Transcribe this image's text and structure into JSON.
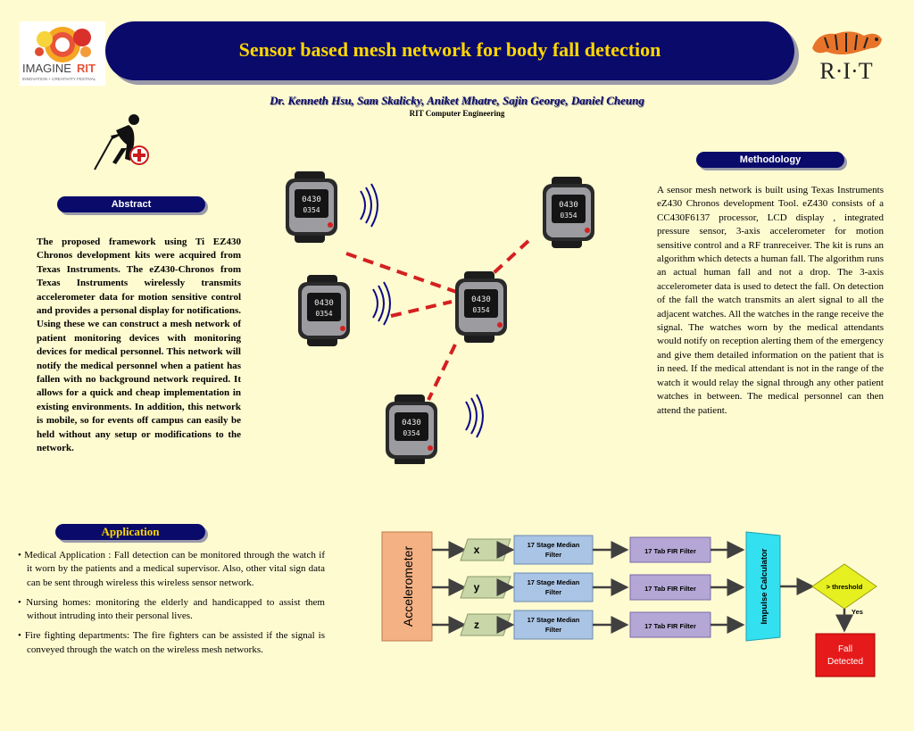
{
  "header": {
    "title": "Sensor based mesh network for body fall detection",
    "authors": "Dr. Kenneth Hsu, Sam Skalicky, Aniket Mhatre, Sajin George, Daniel Cheung",
    "affiliation": "RIT Computer Engineering",
    "logo_left_text": "IMAGINE",
    "logo_left_text2": "RIT",
    "logo_left_tagline": "INNOVATION + CREATIVITY FESTIVAL",
    "logo_right_text": "R·I·T"
  },
  "abstract": {
    "heading": "Abstract",
    "text": "The proposed framework using Ti EZ430 Chronos development kits were acquired from Texas Instruments. The eZ430-Chronos from Texas Instruments wirelessly transmits accelerometer data for motion sensitive control and provides a personal display for notifications. Using these we can construct a mesh network of patient monitoring devices with monitoring devices for medical personnel. This network will notify the medical personnel when a patient has fallen with no background network required. It allows for a quick and cheap implementation in existing environments. In addition, this network is mobile, so for events off campus can easily be held without any setup or modifications to the network."
  },
  "methodology": {
    "heading": "Methodology",
    "text": "A sensor mesh network is built using Texas Instruments eZ430 Chronos development Tool. eZ430 consists of a CC430F6137 processor, LCD display , integrated pressure sensor, 3-axis accelerometer for motion sensitive control and a RF tranreceiver. The kit is runs an algorithm which detects a human fall. The algorithm runs an actual human fall and not a drop. The 3-axis accelerometer data is used to detect the fall. On detection of the fall the watch transmits an alert signal to all the adjacent watches. All the watches in the range receive the signal. The watches worn by the medical attendants would notify on reception alerting them of the emergency and give them detailed information on the patient that is in need. If the medical attendant is not in the range of the watch it would relay the signal through any other patient watches in between. The medical personnel can then attend the patient."
  },
  "application": {
    "heading": "Application",
    "items": [
      "Medical Application : Fall detection can be monitored through the watch if it worn by the patients and a medical supervisor. Also, other vital sign data can be sent through wireless this wireless sensor network.",
      "Nursing homes: monitoring the elderly and handicapped to assist them without intruding into their personal lives.",
      "Fire fighting departments: The fire fighters can be assisted if the signal is conveyed through the watch on the wireless mesh networks."
    ]
  },
  "watch": {
    "line1": "0430",
    "line2": "0354"
  },
  "diagram": {
    "source": "Accelerometer",
    "axes": [
      "x",
      "y",
      "z"
    ],
    "median": "17 Stage Median Filter",
    "fir": "17 Tab FIR Filter",
    "impulse": "Impulse Calculator",
    "decision": "> threshold",
    "yes": "Yes",
    "result": "Fall Detected"
  },
  "colors": {
    "banner": "#0a0a6b",
    "title": "#ffd700",
    "background": "#fffbd1",
    "accelerometer": "#f4b183",
    "median": "#a9c4e4",
    "fir": "#b4a7d6",
    "impulse": "#33e0f0",
    "decision": "#e6f020",
    "alarm": "#e61a1a",
    "link": "#d42020"
  }
}
